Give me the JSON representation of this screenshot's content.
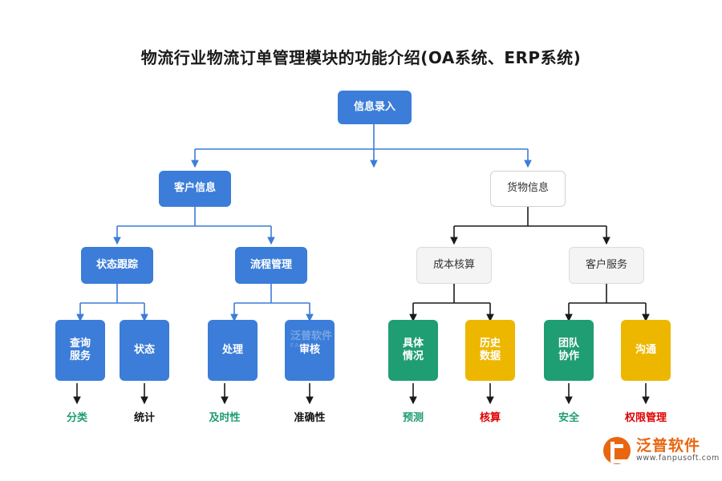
{
  "title": "物流行业物流订单管理模块的功能介绍(OA系统、ERP系统)",
  "colors": {
    "blue": "#3b7dd8",
    "green": "#1f9d73",
    "yellow": "#edb700",
    "gray": "#f4f4f4",
    "arrow_blue": "#3b7dd8",
    "arrow_black": "#1a1a1a",
    "leaf_green": "#1f9d73",
    "leaf_red": "#e00000",
    "logo_orange": "#e8660f"
  },
  "nodes": {
    "root": {
      "label": "信息录入"
    },
    "branch_left": {
      "label": "客户信息"
    },
    "branch_right": {
      "label": "货物信息"
    },
    "l2_left_1": {
      "label": "状态跟踪"
    },
    "l2_left_2": {
      "label": "流程管理"
    },
    "l2_right_1": {
      "label": "成本核算"
    },
    "l2_right_2": {
      "label": "客户服务"
    },
    "l3_1": {
      "label": "查询\n服务"
    },
    "l3_2": {
      "label": "状态"
    },
    "l3_3": {
      "label": "处理"
    },
    "l3_4": {
      "label": "审核"
    },
    "l3_5": {
      "label": "具体\n情况"
    },
    "l3_6": {
      "label": "历史\n数据"
    },
    "l3_7": {
      "label": "团队\n协作"
    },
    "l3_8": {
      "label": "沟通"
    }
  },
  "leaves": [
    {
      "label": "分类",
      "color": "green"
    },
    {
      "label": "统计",
      "color": "black"
    },
    {
      "label": "及时性",
      "color": "green"
    },
    {
      "label": "准确性",
      "color": "black"
    },
    {
      "label": "预测",
      "color": "green"
    },
    {
      "label": "核算",
      "color": "red"
    },
    {
      "label": "安全",
      "color": "green"
    },
    {
      "label": "权限管理",
      "color": "red"
    }
  ],
  "watermark": {
    "center_text": "泛普软件",
    "center_sub": "FANPU",
    "logo_name": "泛普软件",
    "logo_url": "www.fanpusoft.com"
  }
}
